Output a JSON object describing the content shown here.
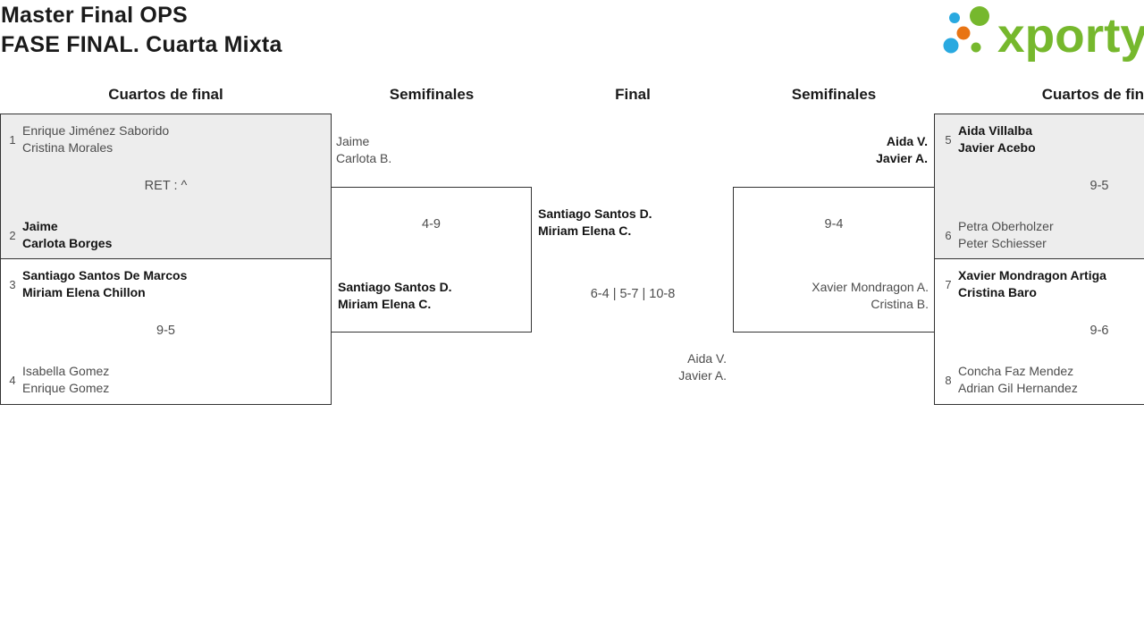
{
  "title": {
    "line1": "Master Final OPS",
    "line2": "FASE FINAL. Cuarta Mixta"
  },
  "logo": {
    "brand": "xporty"
  },
  "colors": {
    "logo_green": "#76b82d",
    "logo_blue": "#29a9e0",
    "logo_orange": "#e87414",
    "match_alt_bg": "#ededed",
    "box_border": "#333333"
  },
  "round_headers": [
    "Cuartos de final",
    "Semifinales",
    "Final",
    "Semifinales",
    "Cuartos de final"
  ],
  "matches": {
    "qf_left_top": {
      "team1": {
        "seed": "1",
        "name1": "Enrique Jiménez Saborido",
        "name2": "Cristina Morales",
        "winner": false
      },
      "score": "RET : ^",
      "team2": {
        "seed": "2",
        "name1": "Jaime",
        "name2": "Carlota Borges",
        "winner": true
      }
    },
    "qf_left_bottom": {
      "team1": {
        "seed": "3",
        "name1": "Santiago Santos De Marcos",
        "name2": "Miriam Elena Chillon",
        "winner": true
      },
      "score": "9-5",
      "team2": {
        "seed": "4",
        "name1": "Isabella Gomez",
        "name2": "Enrique Gomez",
        "winner": false
      }
    },
    "sf_left": {
      "team1": {
        "name1": "Jaime",
        "name2": "Carlota B.",
        "winner": false
      },
      "score": "4-9",
      "team2": {
        "name1": "Santiago Santos D.",
        "name2": "Miriam Elena C.",
        "winner": true
      }
    },
    "final": {
      "team1": {
        "name1": "Santiago Santos D.",
        "name2": "Miriam Elena C.",
        "winner": true
      },
      "score": "6-4 | 5-7 | 10-8",
      "team2": {
        "name1": "Aida V.",
        "name2": "Javier A.",
        "winner": false
      }
    },
    "sf_right": {
      "team1": {
        "name1": "Aida V.",
        "name2": "Javier A.",
        "winner": true
      },
      "score": "9-4",
      "team2": {
        "name1": "Xavier Mondragon A.",
        "name2": "Cristina B.",
        "winner": false
      }
    },
    "qf_right_top": {
      "team1": {
        "seed": "5",
        "name1": "Aida Villalba",
        "name2": "Javier Acebo",
        "winner": true
      },
      "score": "9-5",
      "team2": {
        "seed": "6",
        "name1": "Petra Oberholzer",
        "name2": "Peter Schiesser",
        "winner": false
      }
    },
    "qf_right_bottom": {
      "team1": {
        "seed": "7",
        "name1": "Xavier Mondragon Artiga",
        "name2": "Cristina Baro",
        "winner": true
      },
      "score": "9-6",
      "team2": {
        "seed": "8",
        "name1": "Concha Faz Mendez",
        "name2": "Adrian Gil Hernandez",
        "winner": false
      }
    }
  }
}
